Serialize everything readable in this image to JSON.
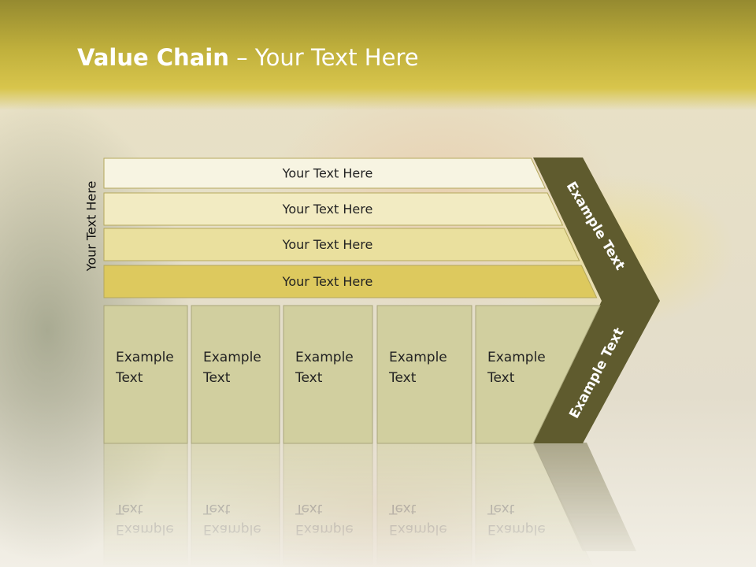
{
  "title": {
    "bold": "Value Chain",
    "rest": " – Your Text Here"
  },
  "vertical_label": "Your Text Here",
  "rows": [
    {
      "label": "Your Text Here",
      "color": "#f7f4e2"
    },
    {
      "label": "Your Text Here",
      "color": "#f2ebc2"
    },
    {
      "label": "Your Text Here",
      "color": "#eae09e"
    },
    {
      "label": "Your Text Here",
      "color": "#ddc95e"
    }
  ],
  "columns": [
    {
      "line1": "Example",
      "line2": "Text"
    },
    {
      "line1": "Example",
      "line2": "Text"
    },
    {
      "line1": "Example",
      "line2": "Text"
    },
    {
      "line1": "Example",
      "line2": "Text"
    },
    {
      "line1": "Example",
      "line2": "Text"
    }
  ],
  "arrow_upper_label": "Example Text",
  "arrow_lower_label": "Example Text",
  "colors": {
    "arrow": "#5f5b2e",
    "column": "#d1cf9f",
    "column_border": "#a9a67b",
    "row_border": "#b5a85c"
  }
}
